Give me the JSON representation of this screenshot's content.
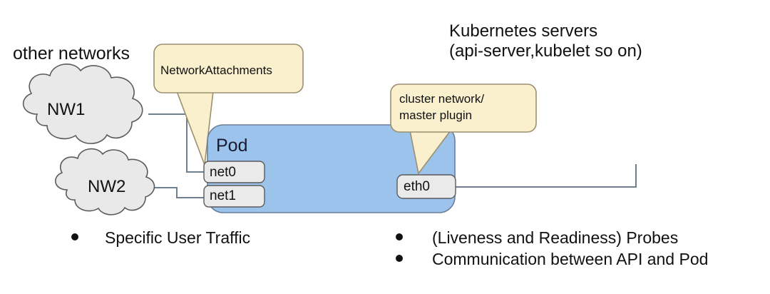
{
  "diagram": {
    "title_left": "other networks",
    "title_right": "Kubernetes servers\n(api-server,kubelet so on)",
    "pod": {
      "label": "Pod",
      "fill": "#9cc3eb",
      "stroke": "#6a7f99",
      "interfaces": [
        {
          "name": "net0"
        },
        {
          "name": "net1"
        },
        {
          "name": "eth0"
        }
      ]
    },
    "clouds": [
      {
        "label": "NW1"
      },
      {
        "label": "NW2"
      }
    ],
    "cloud_fill": "#e9e9e9",
    "cloud_stroke": "#5b5b5b",
    "callouts": [
      {
        "id": "network-attachments",
        "text": "NetworkAttachments",
        "fill": "#fbf0cd",
        "stroke": "#9a9070"
      },
      {
        "id": "cluster-network",
        "text": "cluster network/\nmaster plugin",
        "fill": "#fbf0cd",
        "stroke": "#9a9070"
      }
    ],
    "bullets_left": [
      "Specific User Traffic"
    ],
    "bullets_right": [
      "(Liveness and Readiness) Probes",
      "Communication between API and Pod"
    ],
    "connector_stroke": "#6f7f8f"
  }
}
